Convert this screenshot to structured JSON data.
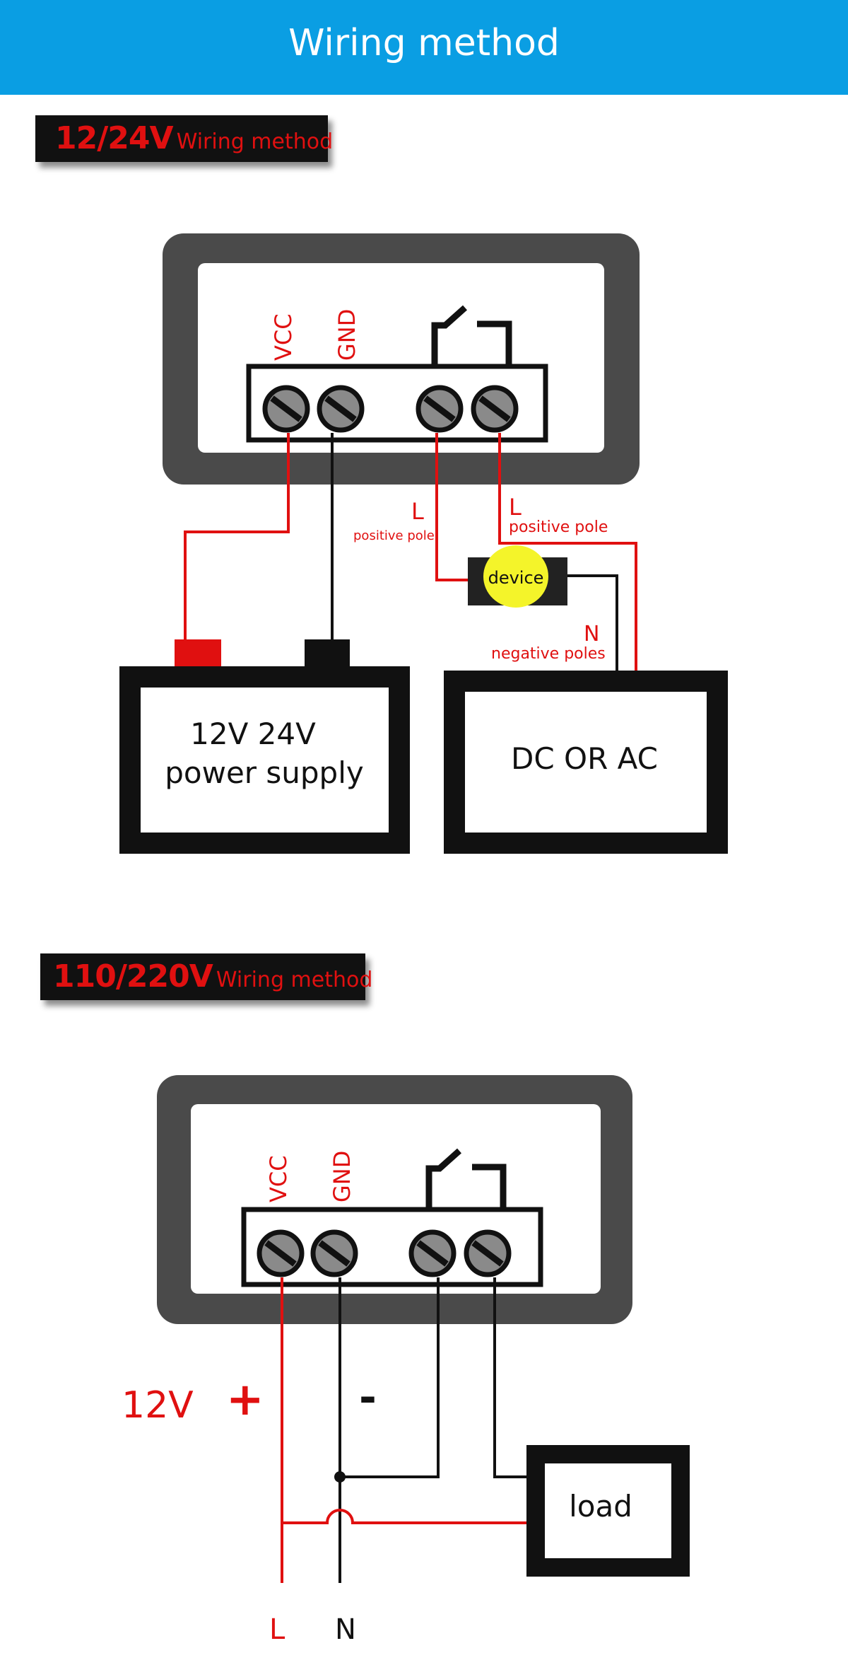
{
  "header": {
    "title": "Wiring method"
  },
  "section1": {
    "badge_big": "12/24V",
    "badge_small": "Wiring method",
    "terminal_vcc": "VCC",
    "terminal_gnd": "GND",
    "label_l_left": "L",
    "label_positive_left": "positive pole",
    "label_l_right": "L",
    "label_positive_right": "positive pole",
    "device": "device",
    "label_n": "N",
    "label_negative": "negative poles",
    "power_line1": "12V 24V",
    "power_line2": "power supply",
    "dcac": "DC OR AC"
  },
  "section2": {
    "badge_big": "110/220V",
    "badge_small": "Wiring method",
    "terminal_vcc": "VCC",
    "terminal_gnd": "GND",
    "label_12v": "12V",
    "label_plus": "+",
    "label_minus": "-",
    "load": "load",
    "label_l": "L",
    "label_n": "N"
  },
  "colors": {
    "header": "#0a9ee3",
    "wire_red": "#e01010",
    "wire_black": "#111111",
    "device_yellow": "#f4f42a"
  }
}
